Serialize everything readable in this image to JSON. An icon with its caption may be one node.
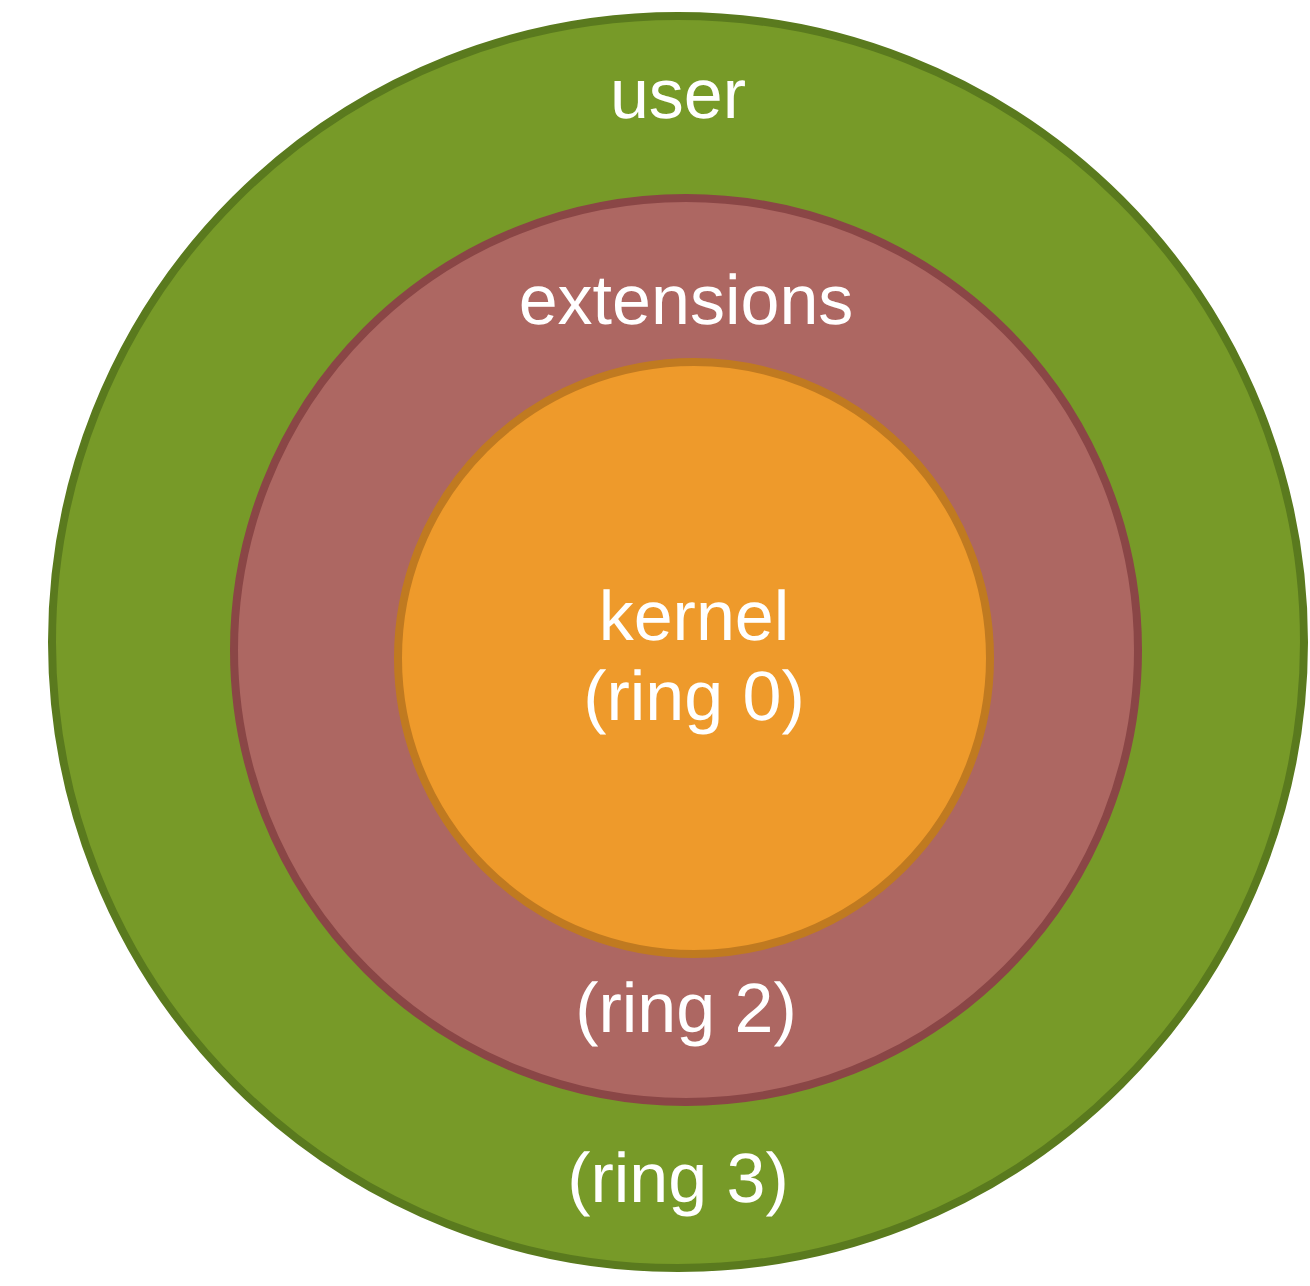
{
  "diagram": {
    "nodes": [
      {
        "text": [
          "user",
          "(ring 3)"
        ]
      },
      {
        "text": [
          "extensions",
          "(ring 2)"
        ],
        "in": 0
      },
      {
        "text": [
          "kernel",
          "(ring 0)"
        ],
        "in": 1
      }
    ]
  }
}
